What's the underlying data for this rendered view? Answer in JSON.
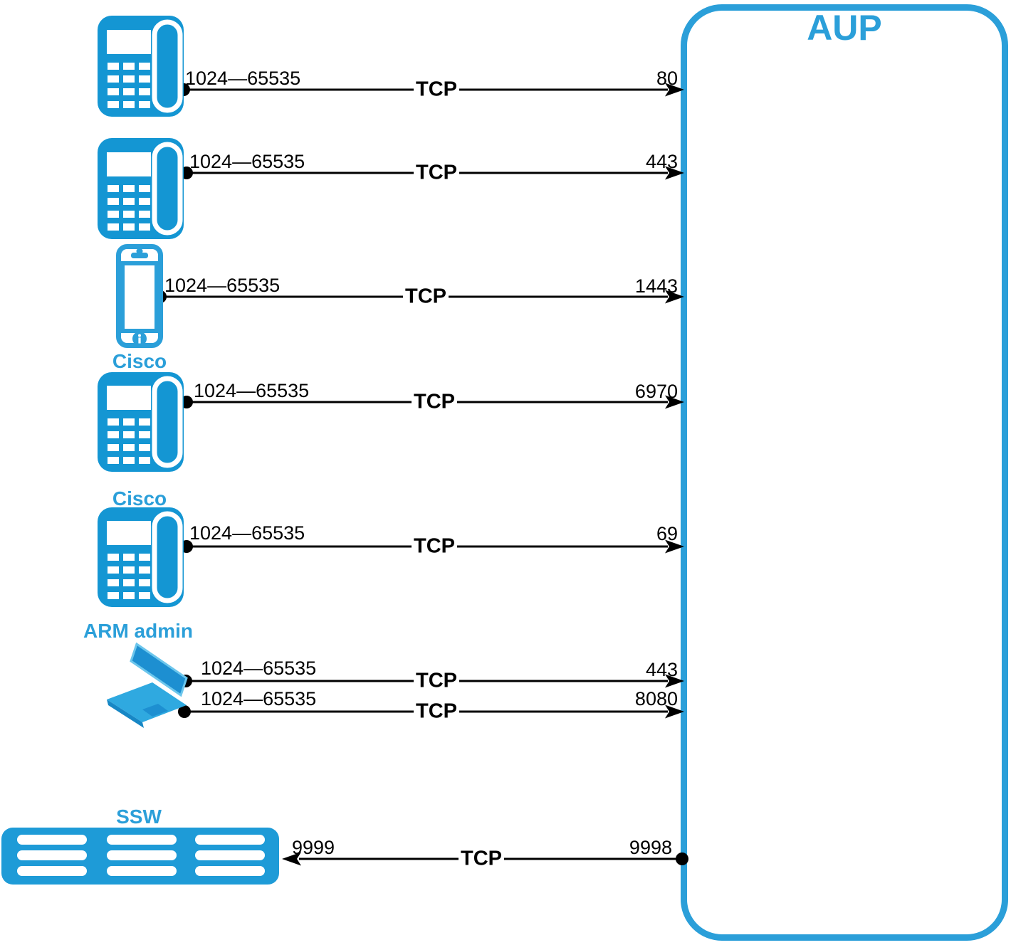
{
  "title": "AUP",
  "colors": {
    "icon_blue": "#1496d3",
    "accent_blue": "#2b9fd9",
    "laptop_screen": "#1d8fd1",
    "laptop_base": "#2fa9e0",
    "line_black": "#000000"
  },
  "captions": {
    "cisco_phone_1": "Cisco",
    "cisco_phone_2": "Cisco",
    "arm_admin": "ARM admin",
    "ssw": "SSW"
  },
  "flows": [
    {
      "source": "ip-phone-1",
      "src_ports": "1024—65535",
      "protocol": "TCP",
      "dst_port": "80"
    },
    {
      "source": "ip-phone-2",
      "src_ports": "1024—65535",
      "protocol": "TCP",
      "dst_port": "443"
    },
    {
      "source": "mobile-phone",
      "src_ports": "1024—65535",
      "protocol": "TCP",
      "dst_port": "1443"
    },
    {
      "source": "cisco-phone-1",
      "src_ports": "1024—65535",
      "protocol": "TCP",
      "dst_port": "6970"
    },
    {
      "source": "cisco-phone-2",
      "src_ports": "1024—65535",
      "protocol": "TCP",
      "dst_port": "69"
    },
    {
      "source": "arm-admin-laptop",
      "src_ports": "1024—65535",
      "protocol": "TCP",
      "dst_port": "443"
    },
    {
      "source": "arm-admin-laptop",
      "src_ports": "1024—65535",
      "protocol": "TCP",
      "dst_port": "8080"
    },
    {
      "source": "aup",
      "target": "ssw",
      "src_ports": "9998",
      "protocol": "TCP",
      "dst_port": "9999"
    }
  ]
}
